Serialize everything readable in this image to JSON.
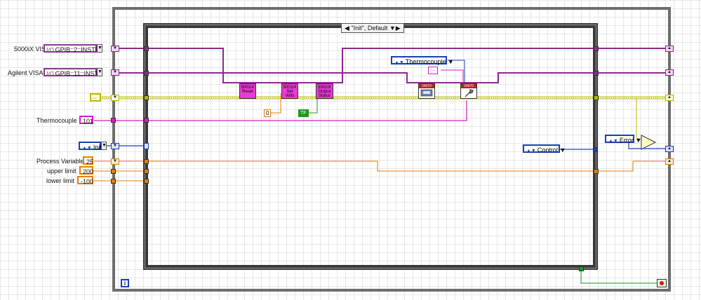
{
  "case_selector": {
    "label": "\"Init\", Default"
  },
  "controls": {
    "visa1": {
      "label": "5000iX VISA",
      "value": "GPIB::2::INSTR"
    },
    "visa2": {
      "label": "Agilent VISA",
      "value": "GPIB::11::INSTR"
    },
    "error_in": {
      "value": "···"
    },
    "thermocouple": {
      "label": "Thermocouple",
      "value": "101"
    },
    "state": {
      "value": "Init"
    },
    "process_variable": {
      "label": "Process Variable",
      "value": "25"
    },
    "upper_limit": {
      "label": "upper limit",
      "value": "200"
    },
    "lower_limit": {
      "label": "lower limit",
      "value": "-100"
    }
  },
  "subvis": {
    "reset": {
      "line1": "5001iX",
      "line2": "Reset"
    },
    "set_volts": {
      "line1": "5001iX",
      "line2": "Set",
      "line3": "Volts"
    },
    "output_status": {
      "line1": "5001iX",
      "line2": "Output",
      "line3": "Status"
    },
    "agilent1": {
      "label": "34970"
    },
    "agilent2": {
      "label": "34970"
    }
  },
  "constants": {
    "thermocouple_enum": "Thermocouple",
    "zero": "0",
    "true_const": "TF",
    "control_enum": "Control",
    "error_enum": "Error",
    "string_const": "···"
  },
  "loop": {
    "info_icon": "i"
  },
  "colors": {
    "visa_wire": "#8b2a8b",
    "numeric_wire": "#e67e00",
    "pink_wire": "#d61dbd",
    "error_wire": "#c9c900",
    "enum_wire": "#1a3fb5",
    "boolean_wire": "#1a9a1a"
  }
}
